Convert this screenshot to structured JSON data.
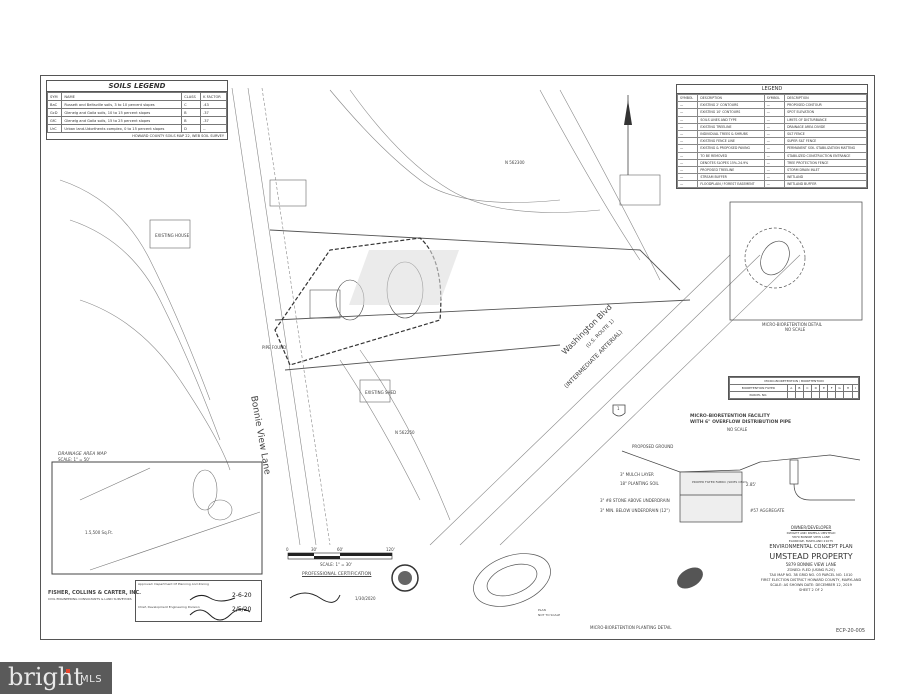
{
  "soils_legend": {
    "title": "SOILS LEGEND",
    "headers": [
      "SYM",
      "NAME",
      "CLASS",
      "K FACTOR"
    ],
    "rows": [
      [
        "BaC",
        "Russett and Beltsville soils, 3 to 10 percent slopes",
        "C",
        ".43"
      ],
      [
        "GcD",
        "Glenelg and Gaila soils, 10 to 15 percent slopes",
        "B",
        ".37"
      ],
      [
        "GfC",
        "Glenelg and Gaila soils, 15 to 25 percent slopes",
        "B",
        ".37"
      ],
      [
        "UrC",
        "Urban land-Udorthents complex, 0 to 15 percent slopes",
        "D",
        "--"
      ]
    ],
    "note": "HOWARD COUNTY SOILS MAP 22, WEB SOIL SURVEY"
  },
  "legend": {
    "title": "LEGEND",
    "headers": [
      "SYMBOL",
      "DESCRIPTION",
      "SYMBOL",
      "DESCRIPTION"
    ],
    "rows": [
      [
        "EXISTING 2' CONTOURS",
        "PROPOSED CONTOUR"
      ],
      [
        "EXISTING 10' CONTOURS",
        "SPOT ELEVATION"
      ],
      [
        "SOILS LINES AND TYPE",
        "LIMITS OF DISTURBANCE"
      ],
      [
        "EXISTING TREELINE",
        "DRAINAGE AREA DIVIDE"
      ],
      [
        "INDIVIDUAL TREES & SHRUBS",
        "SILT FENCE"
      ],
      [
        "EXISTING FENCE LINE",
        "SUPER SILT FENCE"
      ],
      [
        "EXISTING & PROPOSED PAVING",
        "PERMANENT SOIL STABILIZATION MATTING"
      ],
      [
        "TO BE REMOVED",
        "STABILIZED CONSTRUCTION ENTRANCE"
      ],
      [
        "DENOTES SLOPES 15%-24.9%",
        "TREE PROTECTION FENCE"
      ],
      [
        "PROPOSED TREELINE",
        "STORM DRAIN INLET"
      ],
      [
        "STREAM BUFFER",
        "WETLAND"
      ],
      [
        "FLOODPLAIN / FOREST EASEMENT",
        "WETLAND BUFFER"
      ]
    ]
  },
  "plan_labels": {
    "road_main": "Bonnie View Lane",
    "road_highway": "Washington Blvd",
    "highway_route": "(U.S. ROUTE 1)",
    "highway_class": "(INTERMEDIATE ARTERIAL)",
    "route_shield": "1",
    "existing_house": "EXISTING HOUSE",
    "existing_shed": "EXISTING SHED",
    "pipe_found": "PIPE FOUND",
    "north_1": "N 562300",
    "north_2": "N 562250"
  },
  "drainage_map": {
    "title": "DRAINAGE AREA MAP",
    "scale": "SCALE: 1\" = 50'",
    "area": "1.5,500 Sq.Ft."
  },
  "company": {
    "name": "FISHER, COLLINS & CARTER, INC.",
    "subtitle": "CIVIL ENGINEERING CONSULTANTS & LAND SURVEYORS"
  },
  "approval": {
    "title": "Approved: Department Of Planning And Zoning",
    "line1": "Chief, Development Engineering Division",
    "date1": "2-6-20",
    "date2": "2/5/20"
  },
  "scale_bar": {
    "ticks": [
      "0",
      "30'",
      "60'",
      "120'"
    ],
    "label": "SCALE: 1\" = 30'"
  },
  "certification": {
    "title": "PROFESSIONAL CERTIFICATION",
    "date": "1/30/2020"
  },
  "mb_detail": {
    "title": "MICRO-BIORETENTION DETAIL",
    "scale": "NO SCALE"
  },
  "mb_table": {
    "title": "MICRO-BIORETENTION / BIORETENTION",
    "row_header": "BIORETENTION FILTER",
    "columns": [
      "A",
      "B",
      "C",
      "D",
      "E",
      "F",
      "G",
      "H",
      "I"
    ],
    "row2_header": "PARCEL NO."
  },
  "mb_facility": {
    "title": "MICRO-BIORETENTION FACILITY",
    "subtitle": "WITH 6\" OVERFLOW DISTRIBUTION PIPE",
    "scale": "NO SCALE",
    "labels": [
      "PROPOSED GROUND",
      "3\" MULCH LAYER",
      "18\" PLANTING SOIL",
      "3\" #8 STONE ABOVE UNDERDRAIN",
      "3\" MIN. BELOW UNDERDRAIN (12\")",
      "#57 AGGREGATE",
      "PROPER FILTER FABRIC (SIDES ONLY)",
      "2.85'"
    ]
  },
  "planting": {
    "title": "MICRO-BIORETENTION PLANTING DETAIL",
    "plan": "PLAN",
    "plan_scale": "NOT TO SCALE"
  },
  "title_block": {
    "owner_label": "OWNER/DEVELOPER",
    "owner_lines": [
      "DWIGHT AND PAMELA UMSTEAD",
      "5879 BONNIE VIEW LANE",
      "ELKRIDGE, MARYLAND 21075"
    ],
    "plan_type": "ENVIRONMENTAL CONCEPT PLAN",
    "project": "UMSTEAD PROPERTY",
    "address": "5879 BONNIE VIEW LANE",
    "zoning": "ZONED: R-ED (USING R-20)",
    "tax": "TAX MAP NO. 38   GRID NO. 03   PARCEL NO. 1010",
    "district": "FIRST ELECTION DISTRICT    HOWARD COUNTY, MARYLAND",
    "scale_date": "SCALE: AS SHOWN    DATE: DECEMBER 12, 2019",
    "sheet": "SHEET 2 OF 2",
    "number": "ECP-20-005"
  },
  "watermark": {
    "brand": "bright",
    "suffix": "MLS",
    "accent": "#e8452c"
  }
}
